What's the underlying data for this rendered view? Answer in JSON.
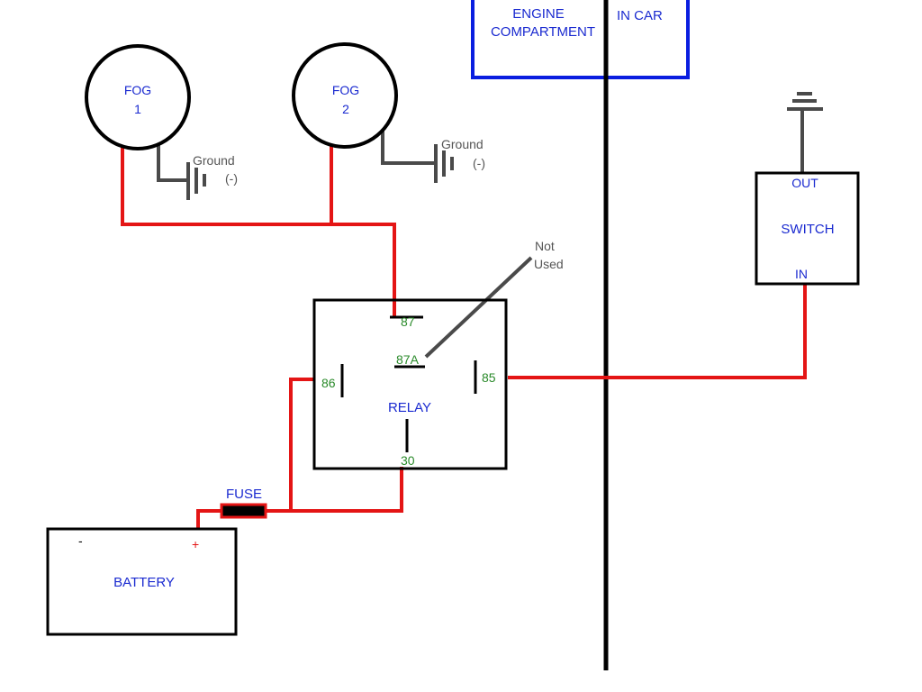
{
  "colors": {
    "wire_power": "#e41515",
    "wire_ground": "#4a4a4a",
    "outline": "#000000",
    "zone_border": "#0a1ee0",
    "label_blue": "#1a2ad0",
    "label_green": "#2a8a2a",
    "label_gray": "#555555",
    "plus_red": "#e41515"
  },
  "zones": {
    "engine_line1": "ENGINE",
    "engine_line2": "COMPARTMENT",
    "in_car": "IN CAR"
  },
  "fog_lights": [
    {
      "line1": "FOG",
      "line2": "1"
    },
    {
      "line1": "FOG",
      "line2": "2"
    }
  ],
  "ground": {
    "label": "Ground",
    "sign": "(-)"
  },
  "relay": {
    "label": "RELAY",
    "pins": {
      "p87": "87",
      "p87a": "87A",
      "p86": "86",
      "p85": "85",
      "p30": "30"
    },
    "not_used_line1": "Not",
    "not_used_line2": "Used"
  },
  "switch": {
    "label": "SWITCH",
    "out": "OUT",
    "in": "IN"
  },
  "fuse": {
    "label": "FUSE"
  },
  "battery": {
    "label": "BATTERY",
    "neg": "-",
    "pos": "+"
  }
}
